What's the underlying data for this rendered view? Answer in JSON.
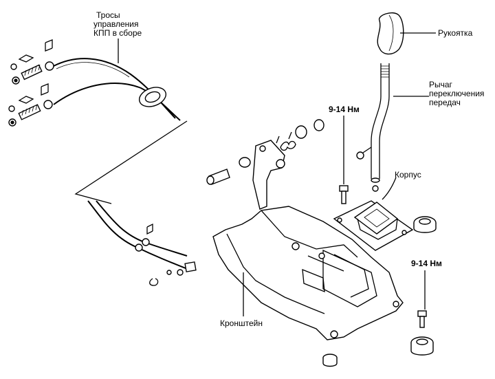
{
  "labels": {
    "cables_line1": "Тросы",
    "cables_line2": "управления",
    "cables_line3": "КПП в сборе",
    "knob": "Рукоятка",
    "lever_line1": "Рычаг",
    "lever_line2": "переключения",
    "lever_line3": "передач",
    "torque_top": "9-14 Нм",
    "housing": "Корпус",
    "torque_right": "9-14 Нм",
    "bracket": "Кронштейн"
  }
}
